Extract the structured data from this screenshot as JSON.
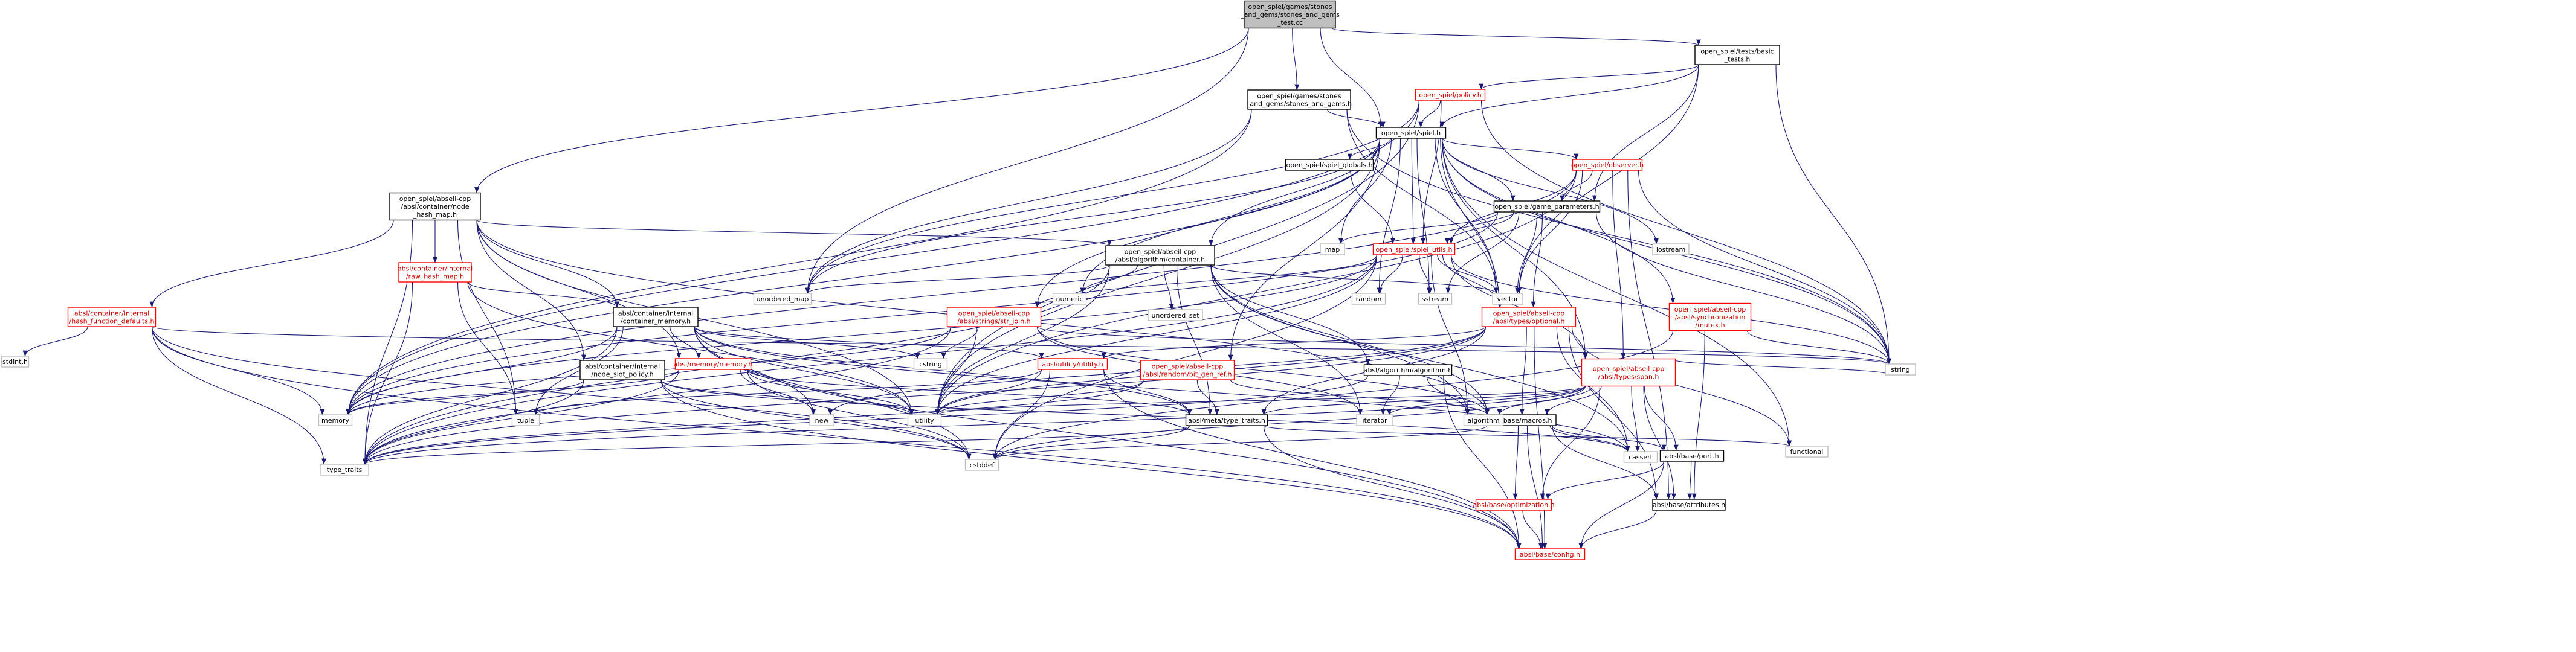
{
  "nodes": [
    {
      "id": "root",
      "lines": [
        "open_spiel/games/stones",
        "_and_gems/stones_and_gems",
        "_test.cc"
      ],
      "style": "root"
    },
    {
      "id": "basic_tests",
      "lines": [
        "open_spiel/tests/basic",
        "_tests.h"
      ],
      "style": "normal"
    },
    {
      "id": "policy",
      "lines": [
        "open_spiel/policy.h"
      ],
      "style": "red"
    },
    {
      "id": "sag_h",
      "lines": [
        "open_spiel/games/stones",
        "_and_gems/stones_and_gems.h"
      ],
      "style": "normal"
    },
    {
      "id": "spiel",
      "lines": [
        "open_spiel/spiel.h"
      ],
      "style": "normal"
    },
    {
      "id": "spiel_globals",
      "lines": [
        "open_spiel/spiel_globals.h"
      ],
      "style": "normal"
    },
    {
      "id": "observer",
      "lines": [
        "open_spiel/observer.h"
      ],
      "style": "red"
    },
    {
      "id": "node_hash_map",
      "lines": [
        "open_spiel/abseil-cpp",
        "/absl/container/node",
        "_hash_map.h"
      ],
      "style": "normal"
    },
    {
      "id": "game_params",
      "lines": [
        "open_spiel/game_parameters.h"
      ],
      "style": "normal"
    },
    {
      "id": "spiel_utils",
      "lines": [
        "open_spiel/spiel_utils.h"
      ],
      "style": "red"
    },
    {
      "id": "raw_hash_map",
      "lines": [
        "absl/container/internal",
        "/raw_hash_map.h"
      ],
      "style": "red"
    },
    {
      "id": "algo_container",
      "lines": [
        "open_spiel/abseil-cpp",
        "/absl/algorithm/container.h"
      ],
      "style": "normal"
    },
    {
      "id": "hash_fn_defaults",
      "lines": [
        "absl/container/internal",
        "/hash_function_defaults.h"
      ],
      "style": "red"
    },
    {
      "id": "container_memory",
      "lines": [
        "absl/container/internal",
        "/container_memory.h"
      ],
      "style": "normal"
    },
    {
      "id": "str_join",
      "lines": [
        "open_spiel/abseil-cpp",
        "/absl/strings/str_join.h"
      ],
      "style": "red"
    },
    {
      "id": "mutex",
      "lines": [
        "open_spiel/abseil-cpp",
        "/absl/synchronization",
        "/mutex.h"
      ],
      "style": "red"
    },
    {
      "id": "optional",
      "lines": [
        "open_spiel/abseil-cpp",
        "/absl/types/optional.h"
      ],
      "style": "red"
    },
    {
      "id": "node_slot_policy",
      "lines": [
        "absl/container/internal",
        "/node_slot_policy.h"
      ],
      "style": "normal"
    },
    {
      "id": "memory_h",
      "lines": [
        "absl/memory/memory.h"
      ],
      "style": "red"
    },
    {
      "id": "utility_h",
      "lines": [
        "absl/utility/utility.h"
      ],
      "style": "red"
    },
    {
      "id": "bit_gen_ref",
      "lines": [
        "open_spiel/abseil-cpp",
        "/absl/random/bit_gen_ref.h"
      ],
      "style": "red"
    },
    {
      "id": "algorithm_h",
      "lines": [
        "absl/algorithm/algorithm.h"
      ],
      "style": "normal"
    },
    {
      "id": "span",
      "lines": [
        "open_spiel/abseil-cpp",
        "/absl/types/span.h"
      ],
      "style": "red"
    },
    {
      "id": "type_traits_h",
      "lines": [
        "absl/meta/type_traits.h"
      ],
      "style": "normal"
    },
    {
      "id": "macros",
      "lines": [
        "absl/base/macros.h"
      ],
      "style": "normal"
    },
    {
      "id": "port",
      "lines": [
        "absl/base/port.h"
      ],
      "style": "normal"
    },
    {
      "id": "optimization",
      "lines": [
        "absl/base/optimization.h"
      ],
      "style": "red"
    },
    {
      "id": "attributes",
      "lines": [
        "absl/base/attributes.h"
      ],
      "style": "normal"
    },
    {
      "id": "config",
      "lines": [
        "absl/base/config.h"
      ],
      "style": "red"
    },
    {
      "id": "stdint",
      "lines": [
        "stdint.h"
      ],
      "style": "system"
    },
    {
      "id": "memory",
      "lines": [
        "memory"
      ],
      "style": "system"
    },
    {
      "id": "tuple",
      "lines": [
        "tuple"
      ],
      "style": "system"
    },
    {
      "id": "type_traits",
      "lines": [
        "type_traits"
      ],
      "style": "system"
    },
    {
      "id": "utility",
      "lines": [
        "utility"
      ],
      "style": "system"
    },
    {
      "id": "new",
      "lines": [
        "new"
      ],
      "style": "system"
    },
    {
      "id": "cstddef",
      "lines": [
        "cstddef"
      ],
      "style": "system"
    },
    {
      "id": "cstring",
      "lines": [
        "cstring"
      ],
      "style": "system"
    },
    {
      "id": "unordered_map",
      "lines": [
        "unordered_map"
      ],
      "style": "system"
    },
    {
      "id": "unordered_set",
      "lines": [
        "unordered_set"
      ],
      "style": "system"
    },
    {
      "id": "numeric",
      "lines": [
        "numeric"
      ],
      "style": "system"
    },
    {
      "id": "map",
      "lines": [
        "map"
      ],
      "style": "system"
    },
    {
      "id": "random",
      "lines": [
        "random"
      ],
      "style": "system"
    },
    {
      "id": "sstream",
      "lines": [
        "sstream"
      ],
      "style": "system"
    },
    {
      "id": "vector",
      "lines": [
        "vector"
      ],
      "style": "system"
    },
    {
      "id": "iostream",
      "lines": [
        "iostream"
      ],
      "style": "system"
    },
    {
      "id": "string",
      "lines": [
        "string"
      ],
      "style": "system"
    },
    {
      "id": "iterator",
      "lines": [
        "iterator"
      ],
      "style": "system"
    },
    {
      "id": "algorithm",
      "lines": [
        "algorithm"
      ],
      "style": "system"
    },
    {
      "id": "cassert",
      "lines": [
        "cassert"
      ],
      "style": "system"
    },
    {
      "id": "functional",
      "lines": [
        "functional"
      ],
      "style": "system"
    }
  ],
  "edges": [
    [
      "root",
      "basic_tests"
    ],
    [
      "root",
      "sag_h"
    ],
    [
      "root",
      "spiel"
    ],
    [
      "root",
      "node_hash_map"
    ],
    [
      "root",
      "unordered_map"
    ],
    [
      "basic_tests",
      "policy"
    ],
    [
      "basic_tests",
      "spiel"
    ],
    [
      "basic_tests",
      "game_params"
    ],
    [
      "basic_tests",
      "string"
    ],
    [
      "basic_tests",
      "vector"
    ],
    [
      "policy",
      "spiel"
    ],
    [
      "policy",
      "spiel_utils"
    ],
    [
      "policy",
      "memory"
    ],
    [
      "policy",
      "unordered_map"
    ],
    [
      "policy",
      "string"
    ],
    [
      "policy",
      "utility"
    ],
    [
      "sag_h",
      "spiel"
    ],
    [
      "sag_h",
      "unordered_map"
    ],
    [
      "sag_h",
      "memory"
    ],
    [
      "sag_h",
      "string"
    ],
    [
      "sag_h",
      "vector"
    ],
    [
      "spiel",
      "spiel_globals"
    ],
    [
      "spiel",
      "observer"
    ],
    [
      "spiel",
      "game_params"
    ],
    [
      "spiel",
      "spiel_utils"
    ],
    [
      "spiel",
      "algo_container"
    ],
    [
      "spiel",
      "str_join"
    ],
    [
      "spiel",
      "mutex"
    ],
    [
      "spiel",
      "optional"
    ],
    [
      "spiel",
      "bit_gen_ref"
    ],
    [
      "spiel",
      "span"
    ],
    [
      "spiel",
      "unordered_map"
    ],
    [
      "spiel",
      "numeric"
    ],
    [
      "spiel",
      "map"
    ],
    [
      "spiel",
      "random"
    ],
    [
      "spiel",
      "sstream"
    ],
    [
      "spiel",
      "vector"
    ],
    [
      "spiel",
      "iostream"
    ],
    [
      "spiel",
      "string"
    ],
    [
      "spiel",
      "memory"
    ],
    [
      "spiel",
      "utility"
    ],
    [
      "spiel",
      "functional"
    ],
    [
      "spiel_globals",
      "spiel_utils"
    ],
    [
      "observer",
      "game_params"
    ],
    [
      "observer",
      "spiel_utils"
    ],
    [
      "observer",
      "span"
    ],
    [
      "observer",
      "memory"
    ],
    [
      "observer",
      "string"
    ],
    [
      "observer",
      "vector"
    ],
    [
      "observer",
      "utility"
    ],
    [
      "observer",
      "attributes"
    ],
    [
      "node_hash_map",
      "raw_hash_map"
    ],
    [
      "node_hash_map",
      "hash_fn_defaults"
    ],
    [
      "node_hash_map",
      "container_memory"
    ],
    [
      "node_hash_map",
      "node_slot_policy"
    ],
    [
      "node_hash_map",
      "memory_h"
    ],
    [
      "node_hash_map",
      "algo_container"
    ],
    [
      "node_hash_map",
      "macros"
    ],
    [
      "node_hash_map",
      "tuple"
    ],
    [
      "node_hash_map",
      "type_traits"
    ],
    [
      "node_hash_map",
      "utility"
    ],
    [
      "game_params",
      "spiel_utils"
    ],
    [
      "game_params",
      "optional"
    ],
    [
      "game_params",
      "map"
    ],
    [
      "game_params",
      "string"
    ],
    [
      "game_params",
      "memory"
    ],
    [
      "game_params",
      "sstream"
    ],
    [
      "game_params",
      "vector"
    ],
    [
      "spiel_utils",
      "str_join"
    ],
    [
      "spiel_utils",
      "optional"
    ],
    [
      "spiel_utils",
      "span"
    ],
    [
      "spiel_utils",
      "random"
    ],
    [
      "spiel_utils",
      "sstream"
    ],
    [
      "spiel_utils",
      "vector"
    ],
    [
      "spiel_utils",
      "string"
    ],
    [
      "spiel_utils",
      "memory"
    ],
    [
      "spiel_utils",
      "utility"
    ],
    [
      "spiel_utils",
      "cstddef"
    ],
    [
      "spiel_utils",
      "type_traits"
    ],
    [
      "spiel_utils",
      "algorithm"
    ],
    [
      "raw_hash_map",
      "container_memory"
    ],
    [
      "raw_hash_map",
      "tuple"
    ],
    [
      "raw_hash_map",
      "type_traits"
    ],
    [
      "raw_hash_map",
      "utility"
    ],
    [
      "algo_container",
      "algorithm_h"
    ],
    [
      "algo_container",
      "type_traits_h"
    ],
    [
      "algo_container",
      "macros"
    ],
    [
      "algo_container",
      "algorithm"
    ],
    [
      "algo_container",
      "cassert"
    ],
    [
      "algo_container",
      "iterator"
    ],
    [
      "algo_container",
      "numeric"
    ],
    [
      "algo_container",
      "type_traits"
    ],
    [
      "algo_container",
      "unordered_map"
    ],
    [
      "algo_container",
      "unordered_set"
    ],
    [
      "algo_container",
      "utility"
    ],
    [
      "algo_container",
      "vector"
    ],
    [
      "hash_fn_defaults",
      "stdint"
    ],
    [
      "hash_fn_defaults",
      "memory"
    ],
    [
      "hash_fn_defaults",
      "type_traits"
    ],
    [
      "hash_fn_defaults",
      "string"
    ],
    [
      "hash_fn_defaults",
      "config"
    ],
    [
      "hash_fn_defaults",
      "cstddef"
    ],
    [
      "container_memory",
      "memory_h"
    ],
    [
      "container_memory",
      "utility_h"
    ],
    [
      "container_memory",
      "type_traits_h"
    ],
    [
      "container_memory",
      "config"
    ],
    [
      "container_memory",
      "cassert"
    ],
    [
      "container_memory",
      "cstddef"
    ],
    [
      "container_memory",
      "cstring"
    ],
    [
      "container_memory",
      "memory"
    ],
    [
      "container_memory",
      "new"
    ],
    [
      "container_memory",
      "tuple"
    ],
    [
      "container_memory",
      "type_traits"
    ],
    [
      "container_memory",
      "utility"
    ],
    [
      "str_join",
      "macros"
    ],
    [
      "str_join",
      "cstring"
    ],
    [
      "str_join",
      "iterator"
    ],
    [
      "str_join",
      "memory"
    ],
    [
      "str_join",
      "string"
    ],
    [
      "str_join",
      "type_traits"
    ],
    [
      "str_join",
      "utility"
    ],
    [
      "mutex",
      "attributes"
    ],
    [
      "mutex",
      "cstddef"
    ],
    [
      "mutex",
      "string"
    ],
    [
      "optional",
      "utility_h"
    ],
    [
      "optional",
      "type_traits_h"
    ],
    [
      "optional",
      "config"
    ],
    [
      "optional",
      "attributes"
    ],
    [
      "optional",
      "cassert"
    ],
    [
      "optional",
      "functional"
    ],
    [
      "optional",
      "new"
    ],
    [
      "optional",
      "type_traits"
    ],
    [
      "optional",
      "utility"
    ],
    [
      "optional",
      "macros"
    ],
    [
      "node_slot_policy",
      "config"
    ],
    [
      "node_slot_policy",
      "cassert"
    ],
    [
      "node_slot_policy",
      "cstddef"
    ],
    [
      "node_slot_policy",
      "memory"
    ],
    [
      "node_slot_policy",
      "type_traits"
    ],
    [
      "node_slot_policy",
      "utility"
    ],
    [
      "memory_h",
      "type_traits_h"
    ],
    [
      "memory_h",
      "cstddef"
    ],
    [
      "memory_h",
      "memory"
    ],
    [
      "memory_h",
      "new"
    ],
    [
      "memory_h",
      "type_traits"
    ],
    [
      "memory_h",
      "utility"
    ],
    [
      "utility_h",
      "type_traits_h"
    ],
    [
      "utility_h",
      "config"
    ],
    [
      "utility_h",
      "cstddef"
    ],
    [
      "utility_h",
      "tuple"
    ],
    [
      "utility_h",
      "utility"
    ],
    [
      "bit_gen_ref",
      "type_traits_h"
    ],
    [
      "bit_gen_ref",
      "macros"
    ],
    [
      "bit_gen_ref",
      "type_traits"
    ],
    [
      "bit_gen_ref",
      "utility"
    ],
    [
      "algorithm_h",
      "config"
    ],
    [
      "algorithm_h",
      "algorithm"
    ],
    [
      "algorithm_h",
      "iterator"
    ],
    [
      "algorithm_h",
      "type_traits"
    ],
    [
      "span",
      "type_traits_h"
    ],
    [
      "span",
      "macros"
    ],
    [
      "span",
      "port"
    ],
    [
      "span",
      "optimization"
    ],
    [
      "span",
      "attributes"
    ],
    [
      "span",
      "algorithm"
    ],
    [
      "span",
      "cassert"
    ],
    [
      "span",
      "cstddef"
    ],
    [
      "span",
      "iterator"
    ],
    [
      "span",
      "string"
    ],
    [
      "span",
      "type_traits"
    ],
    [
      "span",
      "utility"
    ],
    [
      "type_traits_h",
      "config"
    ],
    [
      "type_traits_h",
      "cstddef"
    ],
    [
      "type_traits_h",
      "functional"
    ],
    [
      "type_traits_h",
      "type_traits"
    ],
    [
      "macros",
      "config"
    ],
    [
      "macros",
      "optimization"
    ],
    [
      "macros",
      "port"
    ],
    [
      "macros",
      "attributes"
    ],
    [
      "macros",
      "cassert"
    ],
    [
      "macros",
      "cstddef"
    ],
    [
      "port",
      "config"
    ],
    [
      "port",
      "attributes"
    ],
    [
      "port",
      "optimization"
    ],
    [
      "optimization",
      "config"
    ],
    [
      "attributes",
      "config"
    ]
  ]
}
